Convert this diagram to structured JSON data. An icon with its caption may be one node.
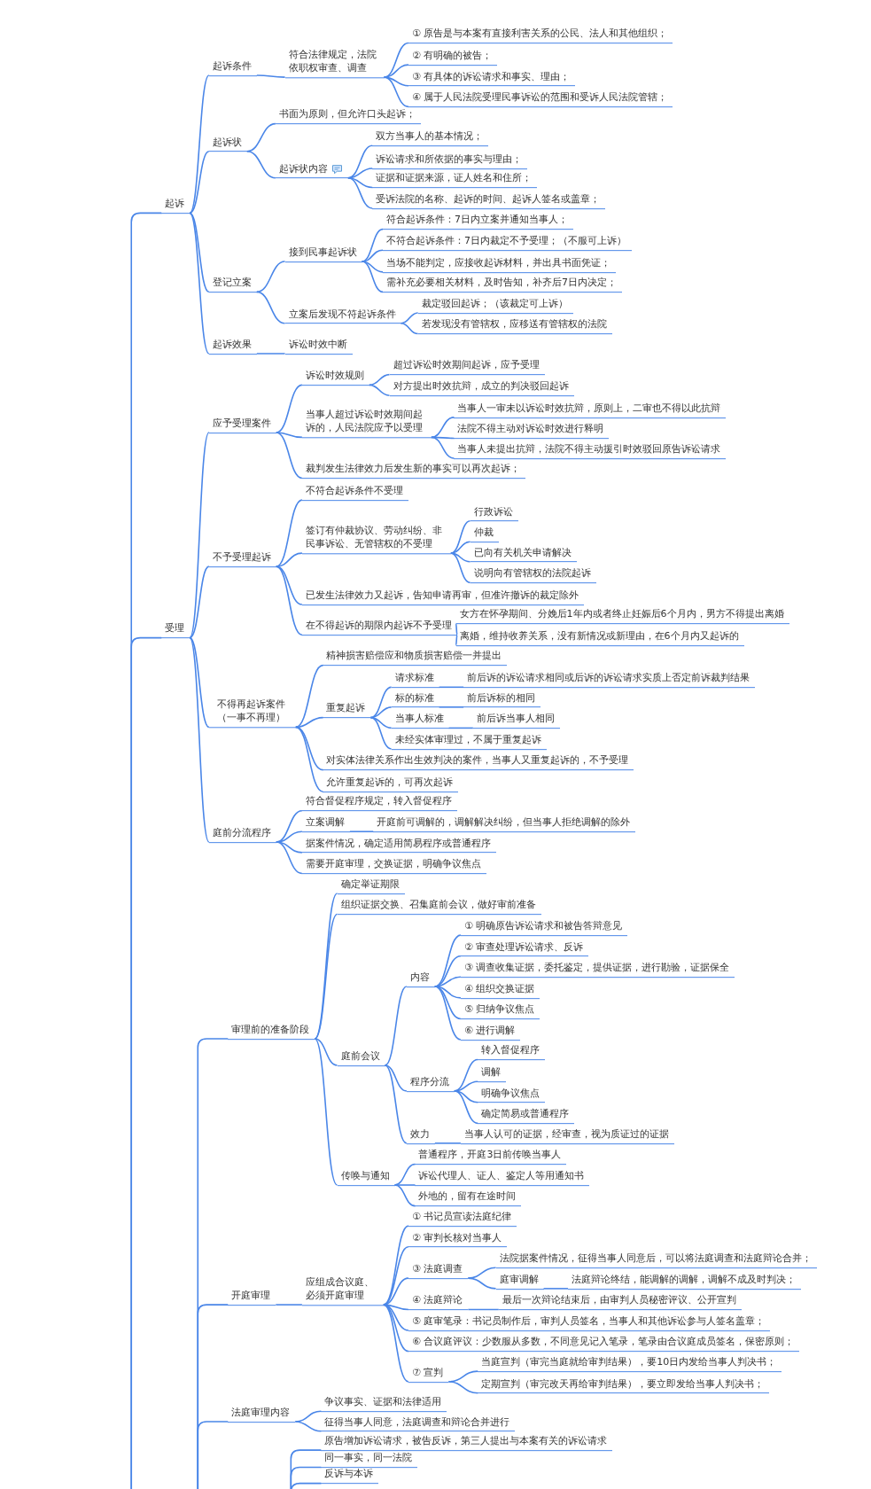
{
  "diagram": {
    "nodes": [
      {
        "text": [
          "起诉"
        ]
      },
      {
        "text": [
          "起诉条件"
        ]
      },
      {
        "text": [
          "符合法律规定，法院依职权审查、调查"
        ]
      },
      {
        "text": [
          "① 原告是与本案有直接利害关系的公民、法人和其他组织；"
        ]
      },
      {
        "text": [
          "② 有明确的被告；"
        ]
      },
      {
        "text": [
          "③ 有具体的诉讼请求和事实、理由；"
        ]
      },
      {
        "text": [
          "④ 属于人民法院受理民事诉讼的范围和受诉人民法院管辖；"
        ]
      },
      {
        "text": [
          "起诉状"
        ]
      },
      {
        "text": [
          "书面为原则，但允许口头起诉；"
        ]
      },
      {
        "text": [
          "起诉状内容"
        ]
      },
      {
        "text": [
          "双方当事人的基本情况；"
        ]
      },
      {
        "text": [
          "诉讼请求和所依据的事实与理由；"
        ]
      },
      {
        "text": [
          "证据和证据来源，证人姓名和住所；"
        ]
      },
      {
        "text": [
          "受诉法院的名称、起诉的时间、起诉人签名或盖章；"
        ]
      },
      {
        "text": [
          "登记立案"
        ]
      },
      {
        "text": [
          "接到民事起诉状"
        ]
      },
      {
        "text": [
          "符合起诉条件：7日内立案并通知当事人；"
        ]
      },
      {
        "text": [
          "不符合起诉条件：7日内裁定不予受理；（不服可上诉）"
        ]
      },
      {
        "text": [
          "当场不能判定，应接收起诉材料，并出具书面凭证；"
        ]
      },
      {
        "text": [
          "需补充必要相关材料，及时告知，补齐后7日内决定；"
        ]
      },
      {
        "text": [
          "立案后发现不符起诉条件"
        ]
      },
      {
        "text": [
          "裁定驳回起诉；（该裁定可上诉）"
        ]
      },
      {
        "text": [
          "若发现没有管辖权，应移送有管辖权的法院"
        ]
      },
      {
        "text": [
          "起诉效果"
        ]
      },
      {
        "text": [
          "诉讼时效中断"
        ]
      },
      {
        "text": [
          "受理"
        ]
      },
      {
        "text": [
          "应予受理案件"
        ]
      },
      {
        "text": [
          "诉讼时效规则"
        ]
      },
      {
        "text": [
          "超过诉讼时效期间起诉，应予受理"
        ]
      },
      {
        "text": [
          "对方提出时效抗辩，成立的判决驳回起诉"
        ]
      },
      {
        "text": [
          "当事人超过诉讼时效期间起诉的，人民法院应予以受理"
        ]
      },
      {
        "text": [
          "当事人一审未以诉讼时效抗辩，原则上，二审也不得以此抗辩"
        ]
      },
      {
        "text": [
          "法院不得主动对诉讼时效进行释明"
        ]
      },
      {
        "text": [
          "当事人未提出抗辩，法院不得主动援引时效驳回原告诉讼请求"
        ]
      },
      {
        "text": [
          "裁判发生法律效力后发生新的事实可以再次起诉；"
        ]
      },
      {
        "text": [
          "不予受理起诉"
        ]
      },
      {
        "text": [
          "不符合起诉条件不受理"
        ]
      },
      {
        "text": [
          "签订有仲裁协议、劳动纠纷、非民事诉讼、无管辖权的不受理"
        ]
      },
      {
        "text": [
          "行政诉讼"
        ]
      },
      {
        "text": [
          "仲裁"
        ]
      },
      {
        "text": [
          "已向有关机关申请解决"
        ]
      },
      {
        "text": [
          "说明向有管辖权的法院起诉"
        ]
      },
      {
        "text": [
          "已发生法律效力又起诉，告知申请再审，但准许撤诉的裁定除外"
        ]
      },
      {
        "text": [
          "在不得起诉的期限内起诉不予受理"
        ]
      },
      {
        "text": [
          "女方在怀孕期间、分娩后1年内或者终止妊娠后6个月内，男方不得提出离婚"
        ]
      },
      {
        "text": [
          "离婚，维持收养关系，没有新情况或新理由，在6个月内又起诉的"
        ]
      },
      {
        "text": [
          "不得再起诉案件（一事不再理）"
        ]
      },
      {
        "text": [
          "精神损害赔偿应和物质损害赔偿一并提出"
        ]
      },
      {
        "text": [
          "重复起诉"
        ]
      },
      {
        "text": [
          "请求标准"
        ]
      },
      {
        "text": [
          "前后诉的诉讼请求相同或后诉的诉讼请求实质上否定前诉裁判结果"
        ]
      },
      {
        "text": [
          "标的标准"
        ]
      },
      {
        "text": [
          "前后诉标的相同"
        ]
      },
      {
        "text": [
          "当事人标准"
        ]
      },
      {
        "text": [
          "前后诉当事人相同"
        ]
      },
      {
        "text": [
          "未经实体审理过，不属于重复起诉"
        ]
      },
      {
        "text": [
          "对实体法律关系作出生效判决的案件，当事人又重复起诉的，不予受理"
        ]
      },
      {
        "text": [
          "允许重复起诉的，可再次起诉"
        ]
      },
      {
        "text": [
          "庭前分流程序"
        ]
      },
      {
        "text": [
          "符合督促程序规定，转入督促程序"
        ]
      },
      {
        "text": [
          "立案调解"
        ]
      },
      {
        "text": [
          "开庭前可调解的，调解解决纠纷，但当事人拒绝调解的除外"
        ]
      },
      {
        "text": [
          "据案件情况，确定适用简易程序或普通程序"
        ]
      },
      {
        "text": [
          "需要开庭审理，交换证据，明确争议焦点"
        ]
      },
      {
        "text": [
          "审理前的准备阶段"
        ]
      },
      {
        "text": [
          "确定举证期限"
        ]
      },
      {
        "text": [
          "组织证据交换、召集庭前会议，做好审前准备"
        ]
      },
      {
        "text": [
          "庭前会议"
        ]
      },
      {
        "text": [
          "内容"
        ]
      },
      {
        "text": [
          "① 明确原告诉讼请求和被告答辩意见"
        ]
      },
      {
        "text": [
          "② 审查处理诉讼请求、反诉"
        ]
      },
      {
        "text": [
          "③ 调查收集证据，委托鉴定，提供证据，进行勘验，证据保全"
        ]
      },
      {
        "text": [
          "④ 组织交换证据"
        ]
      },
      {
        "text": [
          "⑤ 归纳争议焦点"
        ]
      },
      {
        "text": [
          "⑥ 进行调解"
        ]
      },
      {
        "text": [
          "程序分流"
        ]
      },
      {
        "text": [
          "转入督促程序"
        ]
      },
      {
        "text": [
          "调解"
        ]
      },
      {
        "text": [
          "明确争议焦点"
        ]
      },
      {
        "text": [
          "确定简易或普通程序"
        ]
      },
      {
        "text": [
          "效力"
        ]
      },
      {
        "text": [
          "当事人认可的证据，经审查，视为质证过的证据"
        ]
      },
      {
        "text": [
          "传唤与通知"
        ]
      },
      {
        "text": [
          "普通程序，开庭3日前传唤当事人"
        ]
      },
      {
        "text": [
          "诉讼代理人、证人、鉴定人等用通知书"
        ]
      },
      {
        "text": [
          "外地的，留有在途时间"
        ]
      },
      {
        "text": [
          "开庭审理"
        ]
      },
      {
        "text": [
          "应组成合议庭、必须开庭审理"
        ]
      },
      {
        "text": [
          "① 书记员宣读法庭纪律"
        ]
      },
      {
        "text": [
          "② 审判长核对当事人"
        ]
      },
      {
        "text": [
          "③ 法庭调查"
        ]
      },
      {
        "text": [
          "法院据案件情况，征得当事人同意后，可以将法庭调查和法庭辩论合并；"
        ]
      },
      {
        "text": [
          "庭审调解"
        ]
      },
      {
        "text": [
          "法庭辩论终结，能调解的调解，调解不成及时判决；"
        ]
      },
      {
        "text": [
          "④ 法庭辩论"
        ]
      },
      {
        "text": [
          "最后一次辩论结束后，由审判人员秘密评议、公开宣判"
        ]
      },
      {
        "text": [
          "⑤ 庭审笔录：书记员制作后，审判人员签名，当事人和其他诉讼参与人签名盖章；"
        ]
      },
      {
        "text": [
          "⑥ 合议庭评议：少数服从多数，不同意见记入笔录，笔录由合议庭成员签名，保密原则；"
        ]
      },
      {
        "text": [
          "⑦ 宣判"
        ]
      },
      {
        "text": [
          "当庭宣判（审完当庭就给审判结果），要10日内发给当事人判决书；"
        ]
      },
      {
        "text": [
          "定期宣判（审完改天再给审判结果），要立即发给当事人判决书；"
        ]
      },
      {
        "text": [
          "法庭审理内容"
        ]
      },
      {
        "text": [
          "争议事实、证据和法律适用"
        ]
      },
      {
        "text": [
          "征得当事人同意，法庭调查和辩论合并进行"
        ]
      },
      {
        "text": [
          "原告增加诉讼请求，被告反诉，第三人提出与本案有关的诉讼请求"
        ]
      },
      {
        "text": [
          "同一事实，同一法院"
        ]
      },
      {
        "text": [
          "反诉与本诉"
        ]
      }
    ],
    "edges": [
      {
        "from": null,
        "to": 0,
        "arrow": "none"
      },
      {
        "from": 0,
        "to": 1,
        "arrow": "none"
      },
      {
        "from": 1,
        "to": 2,
        "arrow": "none"
      },
      {
        "from": 2,
        "to": 3,
        "arrow": "none"
      },
      {
        "from": 2,
        "to": 4,
        "arrow": "none"
      },
      {
        "from": 2,
        "to": 5,
        "arrow": "none"
      },
      {
        "from": 2,
        "to": 6,
        "arrow": "none"
      },
      {
        "from": 0,
        "to": 7,
        "arrow": "none"
      },
      {
        "from": 7,
        "to": 8,
        "arrow": "none"
      },
      {
        "from": 7,
        "to": 9,
        "arrow": "none"
      },
      {
        "from": 9,
        "to": 10,
        "arrow": "none"
      },
      {
        "from": 9,
        "to": 11,
        "arrow": "none"
      },
      {
        "from": 9,
        "to": 12,
        "arrow": "none"
      },
      {
        "from": 9,
        "to": 13,
        "arrow": "none"
      },
      {
        "from": 0,
        "to": 14,
        "arrow": "none"
      },
      {
        "from": 14,
        "to": 15,
        "arrow": "none"
      },
      {
        "from": 15,
        "to": 16,
        "arrow": "none"
      },
      {
        "from": 15,
        "to": 17,
        "arrow": "none"
      },
      {
        "from": 15,
        "to": 18,
        "arrow": "none"
      },
      {
        "from": 15,
        "to": 19,
        "arrow": "none"
      },
      {
        "from": 14,
        "to": 20,
        "arrow": "none"
      },
      {
        "from": 20,
        "to": 21,
        "arrow": "none"
      },
      {
        "from": 20,
        "to": 22,
        "arrow": "none"
      },
      {
        "from": 0,
        "to": 23,
        "arrow": "none"
      },
      {
        "from": 23,
        "to": 24,
        "arrow": "none"
      },
      {
        "from": null,
        "to": 25,
        "arrow": "none"
      },
      {
        "from": 25,
        "to": 26,
        "arrow": "none"
      },
      {
        "from": 26,
        "to": 27,
        "arrow": "none"
      },
      {
        "from": 27,
        "to": 28,
        "arrow": "none"
      },
      {
        "from": 27,
        "to": 29,
        "arrow": "none"
      },
      {
        "from": 26,
        "to": 30,
        "arrow": "none"
      },
      {
        "from": 30,
        "to": 31,
        "arrow": "none"
      },
      {
        "from": 30,
        "to": 32,
        "arrow": "none"
      },
      {
        "from": 30,
        "to": 33,
        "arrow": "none"
      },
      {
        "from": 26,
        "to": 34,
        "arrow": "none"
      },
      {
        "from": 25,
        "to": 35,
        "arrow": "none"
      },
      {
        "from": 35,
        "to": 36,
        "arrow": "none"
      },
      {
        "from": 35,
        "to": 37,
        "arrow": "none"
      },
      {
        "from": 37,
        "to": 38,
        "arrow": "none"
      },
      {
        "from": 37,
        "to": 39,
        "arrow": "none"
      },
      {
        "from": 37,
        "to": 40,
        "arrow": "none"
      },
      {
        "from": 37,
        "to": 41,
        "arrow": "none"
      },
      {
        "from": 35,
        "to": 42,
        "arrow": "none"
      },
      {
        "from": 35,
        "to": 43,
        "arrow": "none"
      },
      {
        "from": 43,
        "to": 44,
        "arrow": "none"
      },
      {
        "from": 43,
        "to": 45,
        "arrow": "none"
      },
      {
        "from": 25,
        "to": 46,
        "arrow": "none"
      },
      {
        "from": 46,
        "to": 47,
        "arrow": "none"
      },
      {
        "from": 46,
        "to": 48,
        "arrow": "none"
      },
      {
        "from": 48,
        "to": 49,
        "arrow": "none"
      },
      {
        "from": 49,
        "to": 50,
        "arrow": "none"
      },
      {
        "from": 48,
        "to": 51,
        "arrow": "none"
      },
      {
        "from": 51,
        "to": 52,
        "arrow": "none"
      },
      {
        "from": 48,
        "to": 53,
        "arrow": "none"
      },
      {
        "from": 53,
        "to": 54,
        "arrow": "none"
      },
      {
        "from": 48,
        "to": 55,
        "arrow": "none"
      },
      {
        "from": 46,
        "to": 56,
        "arrow": "none"
      },
      {
        "from": 46,
        "to": 57,
        "arrow": "none"
      },
      {
        "from": 25,
        "to": 58,
        "arrow": "none"
      },
      {
        "from": 58,
        "to": 59,
        "arrow": "none"
      },
      {
        "from": 58,
        "to": 60,
        "arrow": "none"
      },
      {
        "from": 60,
        "to": 61,
        "arrow": "none"
      },
      {
        "from": 58,
        "to": 62,
        "arrow": "none"
      },
      {
        "from": 58,
        "to": 63,
        "arrow": "none"
      },
      {
        "from": null,
        "to": 64,
        "arrow": "none"
      },
      {
        "from": 64,
        "to": 65,
        "arrow": "none"
      },
      {
        "from": 64,
        "to": 66,
        "arrow": "none"
      },
      {
        "from": 64,
        "to": 67,
        "arrow": "none"
      },
      {
        "from": 67,
        "to": 68,
        "arrow": "none"
      },
      {
        "from": 68,
        "to": 69,
        "arrow": "none"
      },
      {
        "from": 68,
        "to": 70,
        "arrow": "none"
      },
      {
        "from": 68,
        "to": 71,
        "arrow": "none"
      },
      {
        "from": 68,
        "to": 72,
        "arrow": "none"
      },
      {
        "from": 68,
        "to": 73,
        "arrow": "none"
      },
      {
        "from": 68,
        "to": 74,
        "arrow": "none"
      },
      {
        "from": 67,
        "to": 75,
        "arrow": "none"
      },
      {
        "from": 75,
        "to": 76,
        "arrow": "none"
      },
      {
        "from": 75,
        "to": 77,
        "arrow": "none"
      },
      {
        "from": 75,
        "to": 78,
        "arrow": "none"
      },
      {
        "from": 75,
        "to": 79,
        "arrow": "none"
      },
      {
        "from": 67,
        "to": 80,
        "arrow": "none"
      },
      {
        "from": 80,
        "to": 81,
        "arrow": "none"
      },
      {
        "from": 64,
        "to": 82,
        "arrow": "none"
      },
      {
        "from": 82,
        "to": 83,
        "arrow": "none"
      },
      {
        "from": 82,
        "to": 84,
        "arrow": "none"
      },
      {
        "from": 82,
        "to": 85,
        "arrow": "none"
      },
      {
        "from": null,
        "to": 86,
        "arrow": "none"
      },
      {
        "from": 86,
        "to": 87,
        "arrow": "none"
      },
      {
        "from": 87,
        "to": 88,
        "arrow": "none"
      },
      {
        "from": 87,
        "to": 89,
        "arrow": "none"
      },
      {
        "from": 87,
        "to": 90,
        "arrow": "none"
      },
      {
        "from": 90,
        "to": 91,
        "arrow": "none"
      },
      {
        "from": 90,
        "to": 92,
        "arrow": "none"
      },
      {
        "from": 92,
        "to": 93,
        "arrow": "none"
      },
      {
        "from": 87,
        "to": 94,
        "arrow": "none"
      },
      {
        "from": 94,
        "to": 95,
        "arrow": "none"
      },
      {
        "from": 87,
        "to": 96,
        "arrow": "none"
      },
      {
        "from": 87,
        "to": 97,
        "arrow": "none"
      },
      {
        "from": 87,
        "to": 98,
        "arrow": "none"
      },
      {
        "from": 98,
        "to": 99,
        "arrow": "none"
      },
      {
        "from": 98,
        "to": 100,
        "arrow": "none"
      },
      {
        "from": null,
        "to": 101,
        "arrow": "none"
      },
      {
        "from": 101,
        "to": 102,
        "arrow": "none"
      },
      {
        "from": 101,
        "to": 103,
        "arrow": "none"
      },
      {
        "from": null,
        "to": 104,
        "arrow": "none"
      },
      {
        "from": null,
        "to": 105,
        "arrow": "none"
      },
      {
        "from": null,
        "to": 106,
        "arrow": "none"
      }
    ]
  }
}
